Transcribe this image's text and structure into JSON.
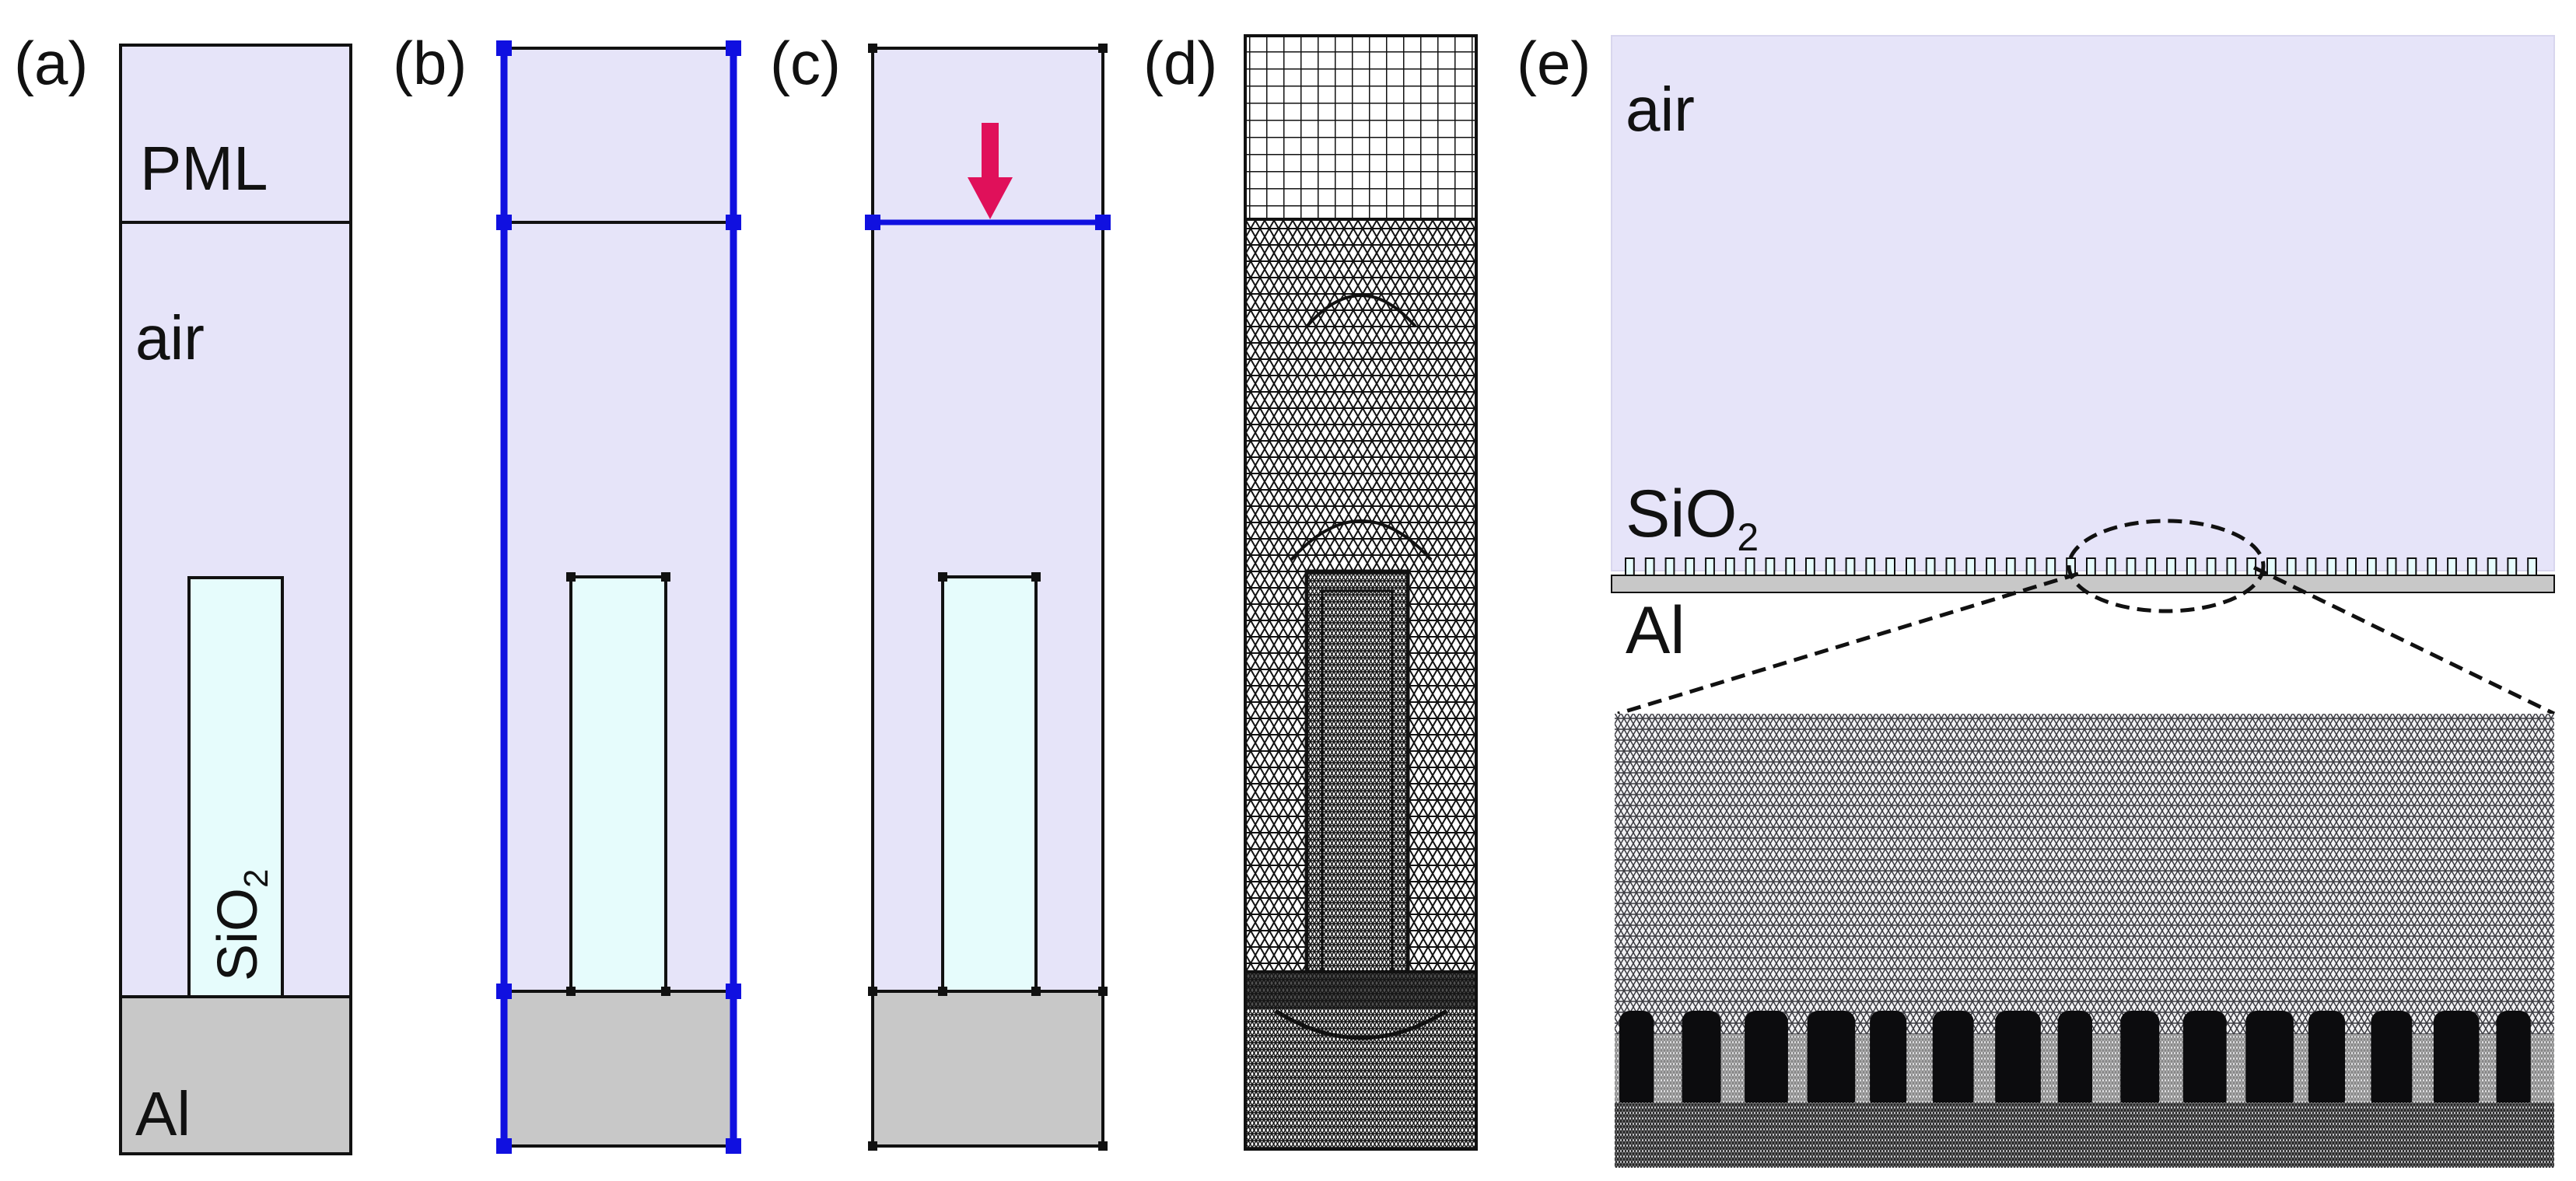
{
  "panels": {
    "a": {
      "label": "(a)",
      "regions": {
        "pml": "PML",
        "air": "air",
        "oxide": "SiO",
        "oxide_sub": "2",
        "metal": "Al"
      }
    },
    "b": {
      "label": "(b)"
    },
    "c": {
      "label": "(c)"
    },
    "d": {
      "label": "(d)"
    },
    "e": {
      "label": "(e)",
      "regions": {
        "air": "air",
        "oxide": "SiO",
        "oxide_sub": "2",
        "metal": "Al"
      },
      "grating_period_count": 46
    }
  },
  "colors": {
    "air": "#e6e4f9",
    "oxide": "#e6fcfc",
    "metal": "#c8c8c8",
    "boundary_highlight": "#1010e0",
    "arrow": "#e0105a",
    "outline": "#111111",
    "mesh": "#101010"
  }
}
